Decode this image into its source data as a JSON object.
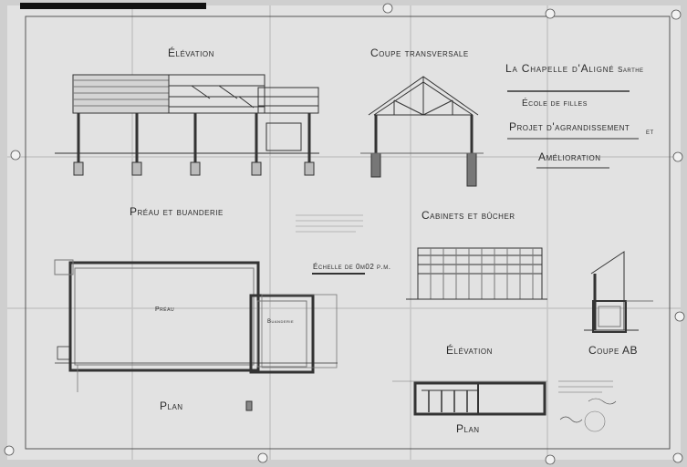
{
  "sheet": {
    "title": {
      "place": "La Chapelle d'Aligné",
      "dept": "Sarthe",
      "school": "École de filles",
      "project_line1": "Projet d'agrandissement",
      "project_et": "et",
      "project_line2": "Amélioration"
    },
    "views": {
      "elevation_top": "Élévation",
      "coupe_transversale": "Coupe transversale",
      "preau_buanderie": "Préau et buanderie",
      "cabinets_bucher": "Cabinets et bûcher",
      "elevation_bottom": "Élévation",
      "coupe_ab": "Coupe AB",
      "plan_left": "Plan",
      "plan_right": "Plan"
    },
    "plan_rooms": {
      "preau": "Préau",
      "buanderie": "Buanderie"
    },
    "scale": "Échelle de 0m02 p.m."
  },
  "colors": {
    "paper": "#dedede",
    "ink": "#2a2a2a",
    "border_tape": "#111111"
  }
}
